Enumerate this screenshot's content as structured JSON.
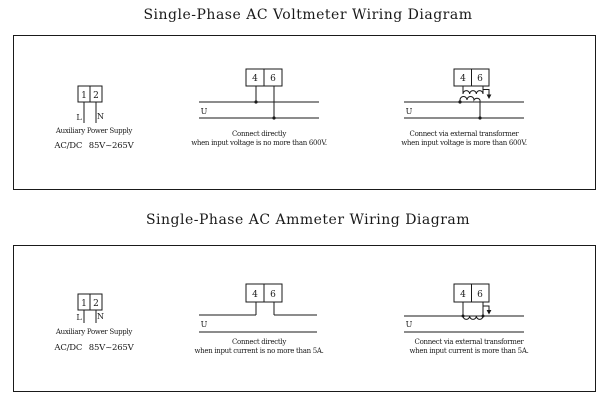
{
  "titles": {
    "voltmeter": "Single-Phase AC Voltmeter Wiring Diagram",
    "ammeter": "Single-Phase AC Ammeter Wiring Diagram"
  },
  "aux": {
    "t1": "1",
    "t2": "2",
    "line_label": "L",
    "neutral_label": "N",
    "caption": "Auxiliary Power Supply",
    "rating": "AC/DC 85V~265V"
  },
  "meter": {
    "t4": "4",
    "t6": "6",
    "bus_label": "U"
  },
  "voltmeter": {
    "direct": {
      "line1": "Connect directly",
      "line2": "when input voltage is no more than 600V."
    },
    "transformer": {
      "line1": "Connect via external transformer",
      "line2": "when input voltage is more than 600V."
    }
  },
  "ammeter": {
    "direct": {
      "line1": "Connect directly",
      "line2": "when input current is no more than 5A."
    },
    "transformer": {
      "line1": "Connect via external transformer",
      "line2": "when input current is more than 5A."
    }
  },
  "colors": {
    "ink": "#1a1a1a",
    "background": "#ffffff"
  }
}
